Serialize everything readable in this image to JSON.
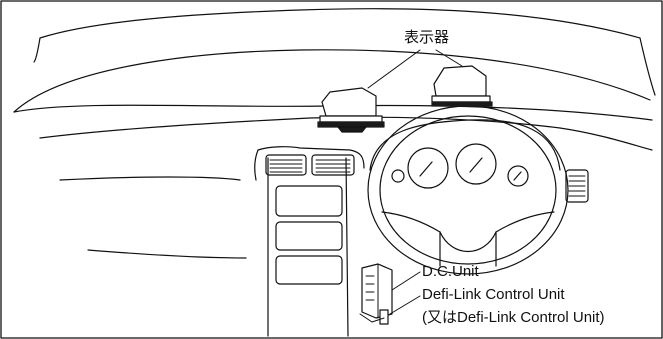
{
  "labels": {
    "display_unit": "表示器",
    "dc_unit": "D.C.Unit",
    "link_control_unit": "Defi-Link Control Unit",
    "link_control_unit_alt": "(又はDefi-Link Control Unit)"
  },
  "colors": {
    "line": "#111111",
    "background": "#ffffff",
    "gauge_fill": "#ffffff",
    "base_dark": "#1a1a1a"
  }
}
